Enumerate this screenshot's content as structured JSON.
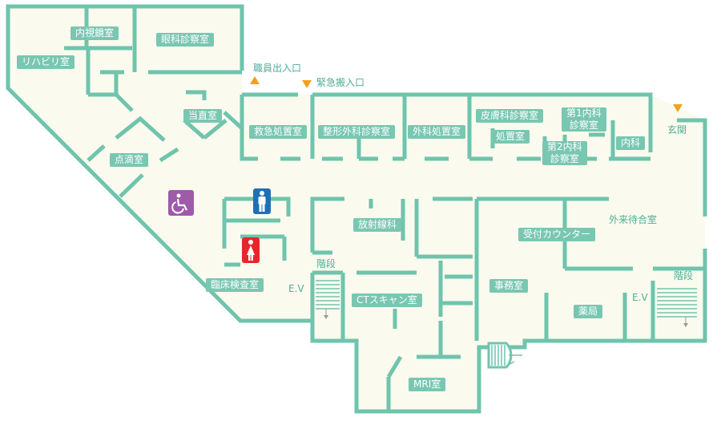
{
  "colors": {
    "wall": "#6fc4ad",
    "floor": "#fbfaee",
    "label_bg": "#79c7b1",
    "entrance_marker": "#f0a21e",
    "accessible_icon_bg": "#9d5ba8",
    "mens_icon_bg": "#1f6fb5",
    "womens_icon_bg": "#e5262a"
  },
  "rooms": {
    "endoscopy": "内視鏡室",
    "ophthalmology": "眼科診察室",
    "rehabilitation": "リハビリ室",
    "night_duty": "当直室",
    "emergency_treatment": "救急処置室",
    "orthopedics": "整形外科診察室",
    "surgery_treatment": "外科処置室",
    "dermatology": "皮膚科診察室",
    "treatment": "処置室",
    "internal1": "第1内科\n診察室",
    "internal2": "第2内科\n診察室",
    "internal_medicine": "内科",
    "infusion": "点滴室",
    "radiology": "放射線科",
    "reception": "受付カウンター",
    "lab": "臨床検査室",
    "ct": "CTスキャン室",
    "office": "事務室",
    "pharmacy": "薬局",
    "mri": "MRI室"
  },
  "areas": {
    "entrance": "玄関",
    "outpatient_waiting": "外来待合室",
    "stairs_left": "階段",
    "stairs_right": "階段",
    "ev_left": "E.V",
    "ev_right": "E.V"
  },
  "entrances": {
    "staff": "職員出入口",
    "emergency": "緊急搬入口"
  },
  "icons": {
    "accessible_toilet": "wheelchair-icon",
    "mens_toilet": "male-restroom-icon",
    "womens_toilet": "female-restroom-icon",
    "entrance_marker": "triangle-marker-icon",
    "stairs": "stairs-icon",
    "spiral_stairs": "spiral-stairs-icon"
  }
}
